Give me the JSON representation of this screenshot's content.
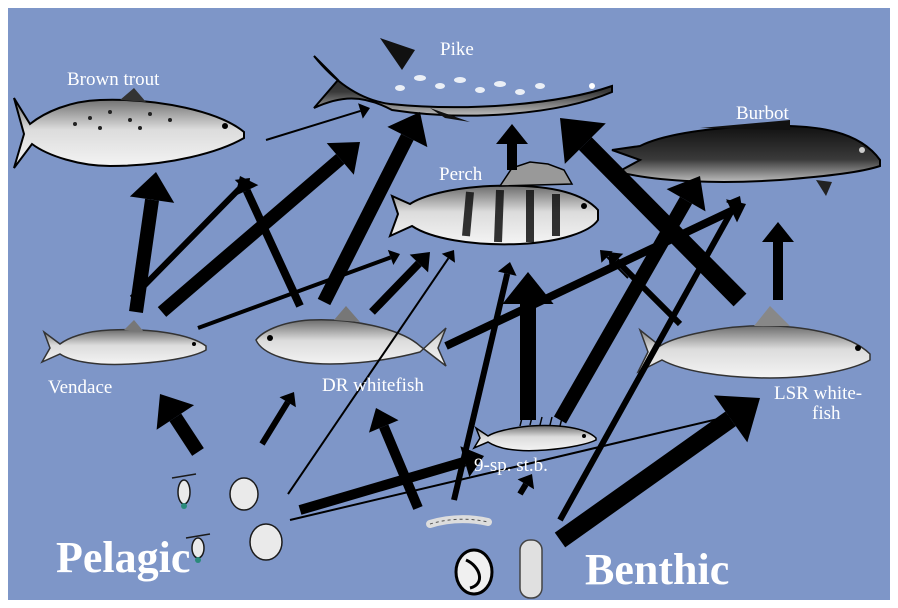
{
  "labels": {
    "pike": "Pike",
    "brown_trout": "Brown trout",
    "burbot": "Burbot",
    "perch": "Perch",
    "vendace": "Vendace",
    "dr_whitefish": "DR whitefish",
    "lsr_whitefish_line1": "LSR white-",
    "lsr_whitefish_line2": "fish",
    "stickleback": "9-sp. st.b.",
    "pelagic": "Pelagic",
    "benthic": "Benthic"
  },
  "colors": {
    "background": "#7e96c8",
    "frame": "#ffffff",
    "arrow": "#000000",
    "label_text": "#ffffff"
  }
}
